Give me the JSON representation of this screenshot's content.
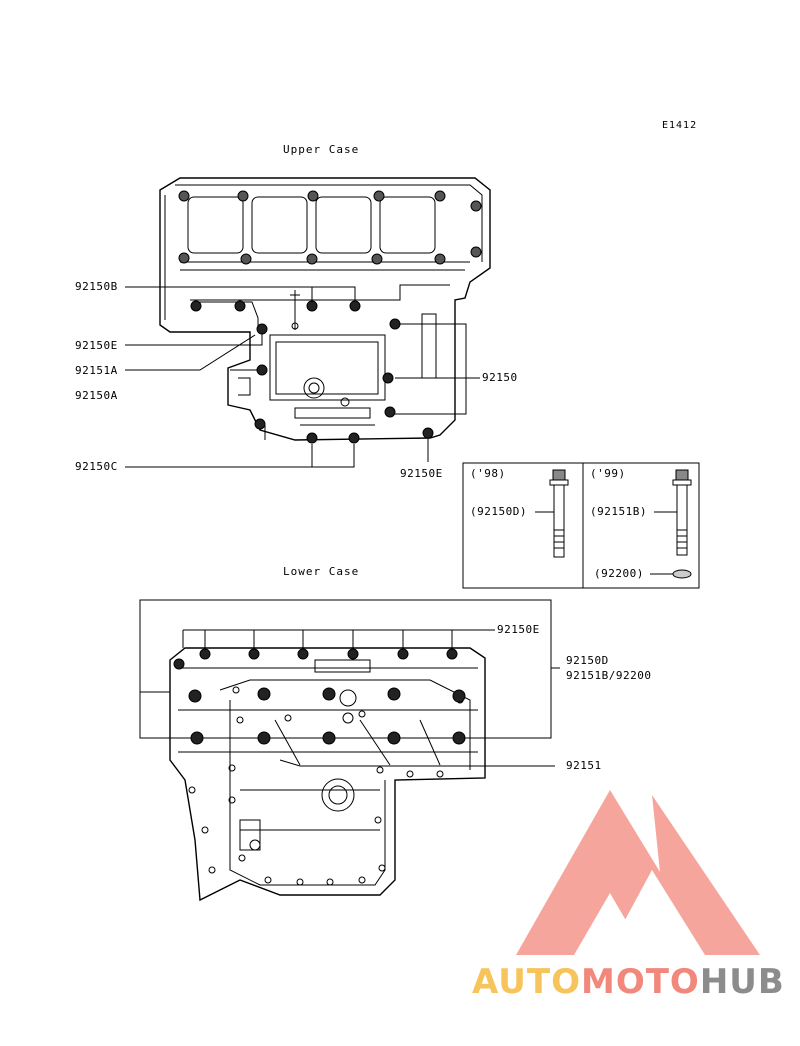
{
  "diagram_code": "E1412",
  "titles": {
    "upper": "Upper Case",
    "lower": "Lower Case"
  },
  "upper_labels": {
    "p92150B": "92150B",
    "p92150E_left": "92150E",
    "p92151A": "92151A",
    "p92150A": "92150A",
    "p92150C": "92150C",
    "p92150_right": "92150",
    "p92150E_bottom": "92150E"
  },
  "inset": {
    "year_98": "('98)",
    "year_99": "('99)",
    "part_92150D": "(92150D)",
    "part_92151B": "(92151B)",
    "part_92200": "(92200)"
  },
  "lower_labels": {
    "p92150E": "92150E",
    "p92150D": "92150D",
    "p92151B_92200": "92151B/92200",
    "p92151": "92151"
  },
  "watermark": {
    "part1": "AUTO",
    "part2": "MOTO",
    "part3": "HUB",
    "colors": {
      "part1": "#f6c45a",
      "part2": "#f2877b",
      "part3": "#8c8c8c",
      "logo": "#f2877b"
    }
  }
}
